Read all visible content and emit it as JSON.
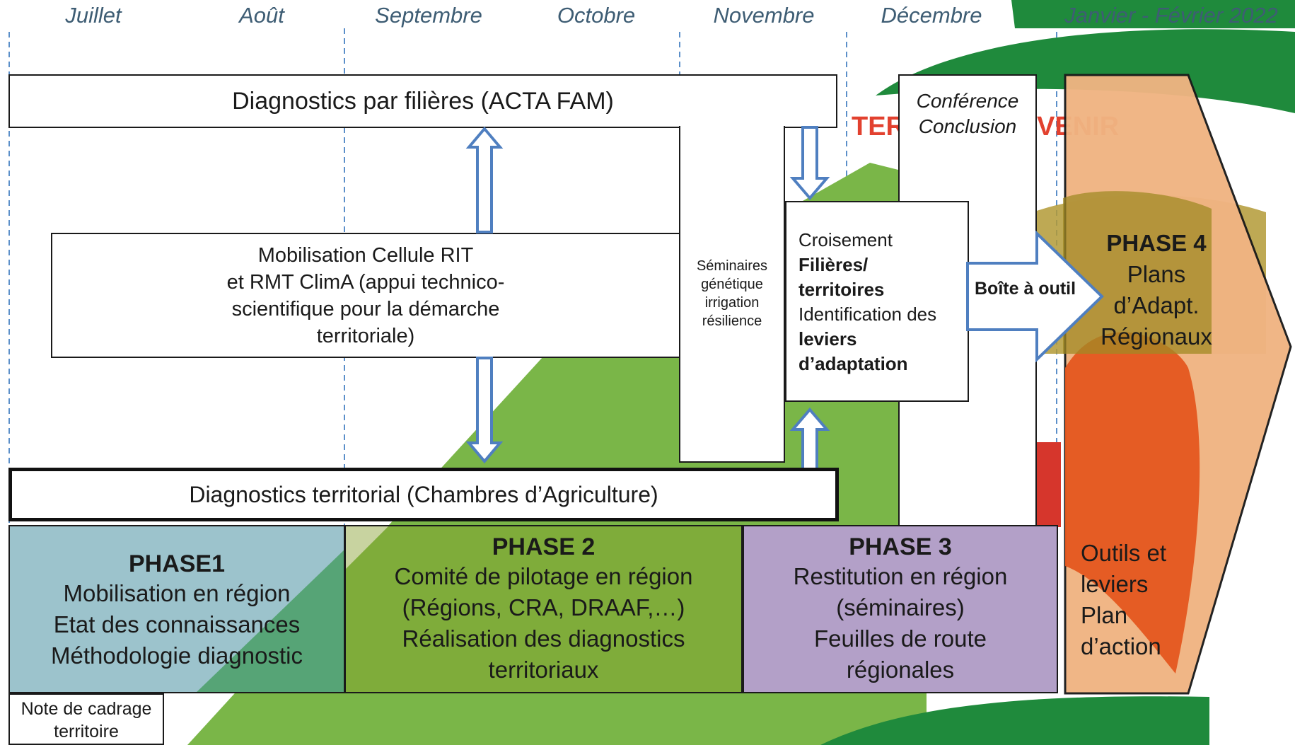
{
  "months": [
    "Juillet",
    "Août",
    "Septembre",
    "Octobre",
    "Novembre",
    "Décembre",
    "Janvier - Février  2022"
  ],
  "top_box": "Diagnostics par filières (ACTA FAM)",
  "mobilisation": [
    "Mobilisation Cellule RIT",
    "et RMT ClimA (appui technico-",
    "scientifique pour la démarche",
    "territoriale)"
  ],
  "seminaires": [
    "Séminaires",
    "génétique",
    "irrigation",
    "résilience"
  ],
  "conference": [
    "Conférence",
    "Conclusion"
  ],
  "watermark_left": "TER",
  "watermark_right": "VENIR",
  "croisement": {
    "l1": "Croisement",
    "l2": "Filières/",
    "l3": "territoires",
    "l4": "Identification des",
    "l5": "leviers",
    "l6": "d’adaptation"
  },
  "boite": "Boîte à outil",
  "phase4": [
    "PHASE  4",
    "Plans",
    "d’Adapt.",
    "Régionaux"
  ],
  "outils": [
    "Outils et",
    "leviers",
    "Plan",
    "d’action"
  ],
  "bottom_box": "Diagnostics territorial (Chambres d’Agriculture)",
  "phase1": {
    "title": "PHASE1",
    "lines": [
      "Mobilisation en région",
      "Etat des connaissances",
      "Méthodologie diagnostic"
    ]
  },
  "phase2": {
    "title": "PHASE  2",
    "lines": [
      "Comité de pilotage en région",
      "(Régions, CRA, DRAAF,…)",
      "Réalisation des diagnostics",
      "territoriaux"
    ]
  },
  "phase3": {
    "title": "PHASE  3",
    "lines": [
      "Restitution en région",
      "(séminaires)",
      "Feuilles de route",
      "régionales"
    ]
  },
  "note": [
    "Note de cadrage",
    "territoire"
  ],
  "colors": {
    "green": "#7ab648",
    "dark_green": "#1f8a3c",
    "phase1": "#9cc3cc",
    "phase2": "#7fac3a",
    "phase3": "#b3a0c8",
    "phase4": "#f0b482",
    "red_orange": "#e4571f",
    "arrow_blue": "#4f7fc0",
    "month_text": "#3e5d74"
  }
}
